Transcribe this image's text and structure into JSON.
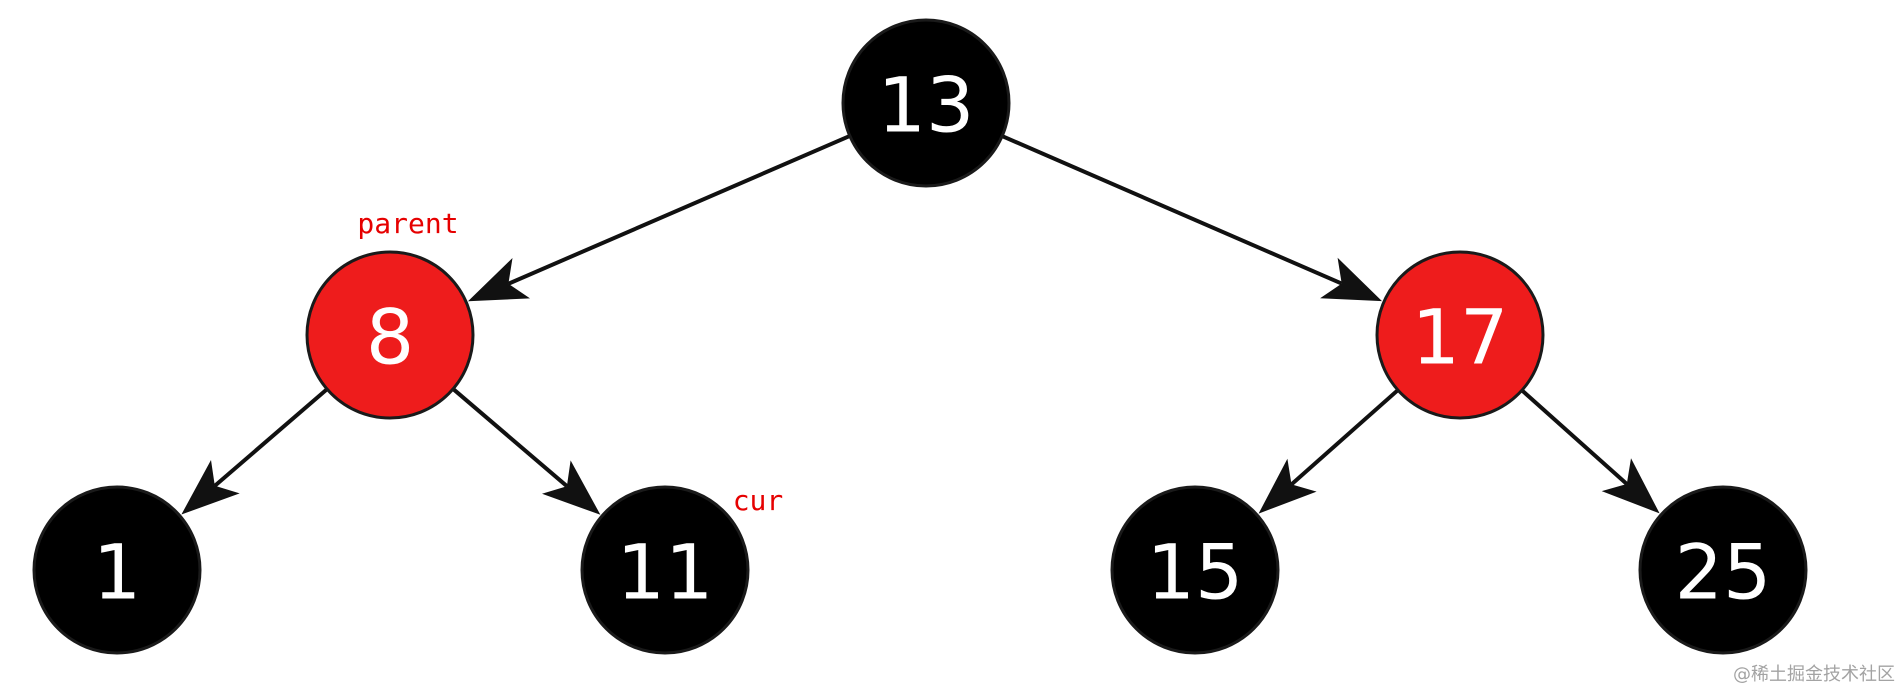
{
  "colors": {
    "black_node": "#000000",
    "red_node": "#ee1c1c",
    "node_stroke": "#1a1a1a",
    "edge": "#111111",
    "annotation": "#e60000",
    "node_text": "#ffffff"
  },
  "nodes": [
    {
      "id": "n13",
      "label": "13",
      "color": "black"
    },
    {
      "id": "n8",
      "label": "8",
      "color": "red"
    },
    {
      "id": "n17",
      "label": "17",
      "color": "red"
    },
    {
      "id": "n1",
      "label": "1",
      "color": "black"
    },
    {
      "id": "n11",
      "label": "11",
      "color": "black"
    },
    {
      "id": "n15",
      "label": "15",
      "color": "black"
    },
    {
      "id": "n25",
      "label": "25",
      "color": "black"
    }
  ],
  "edges": [
    {
      "from": "n13",
      "to": "n8"
    },
    {
      "from": "n13",
      "to": "n17"
    },
    {
      "from": "n8",
      "to": "n1"
    },
    {
      "from": "n8",
      "to": "n11"
    },
    {
      "from": "n17",
      "to": "n15"
    },
    {
      "from": "n17",
      "to": "n25"
    }
  ],
  "annotations": {
    "parent": "parent",
    "cur": "cur"
  },
  "watermark": "@稀土掘金技术社区"
}
